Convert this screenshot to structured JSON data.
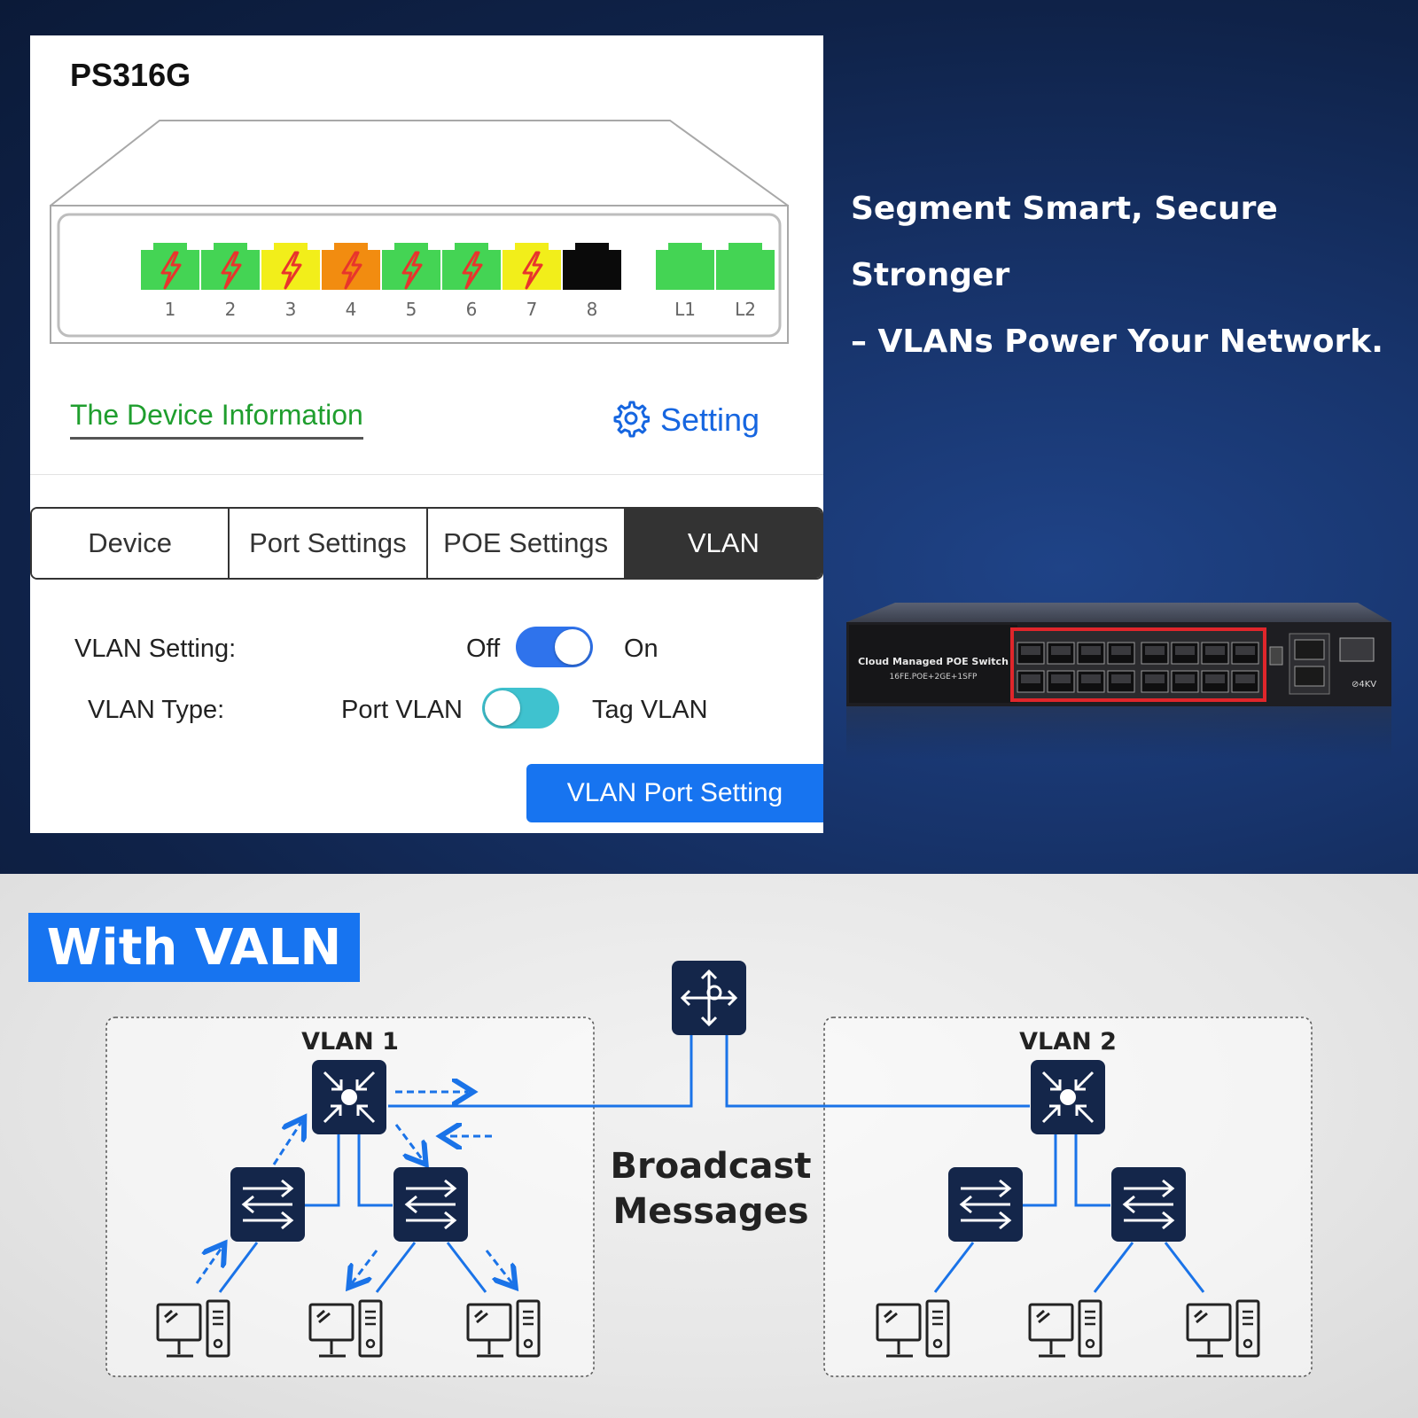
{
  "app": {
    "device_model": "PS316G",
    "ports": [
      {
        "label": "1",
        "color": "#44d454",
        "poe": true
      },
      {
        "label": "2",
        "color": "#44d454",
        "poe": true
      },
      {
        "label": "3",
        "color": "#f2ee1a",
        "poe": true
      },
      {
        "label": "4",
        "color": "#f28c10",
        "poe": true
      },
      {
        "label": "5",
        "color": "#44d454",
        "poe": true
      },
      {
        "label": "6",
        "color": "#44d454",
        "poe": true
      },
      {
        "label": "7",
        "color": "#f2ee1a",
        "poe": true
      },
      {
        "label": "8",
        "color": "#0a0a0a",
        "poe": false
      },
      {
        "label": "L1",
        "color": "#44d454",
        "poe": false
      },
      {
        "label": "L2",
        "color": "#44d454",
        "poe": false
      }
    ],
    "device_info_link": "The Device Information",
    "setting_label": "Setting",
    "tabs": [
      {
        "label": "Device",
        "active": false
      },
      {
        "label": "Port Settings",
        "active": false
      },
      {
        "label": "POE Settings",
        "active": false
      },
      {
        "label": "VLAN",
        "active": true
      }
    ],
    "vlan_setting": {
      "label": "VLAN Setting:",
      "off": "Off",
      "on": "On",
      "enabled": true
    },
    "vlan_type": {
      "label": "VLAN Type:",
      "left": "Port VLAN",
      "right": "Tag VLAN",
      "tag_selected": false
    },
    "vlan_port_button": "VLAN Port Setting"
  },
  "headline": {
    "line1": "Segment Smart, Secure Stronger",
    "line2": "– VLANs Power Your Network."
  },
  "product": {
    "label_line1": "Cloud Managed POE Switch",
    "label_line2": "16FE.POE+2GE+1SFP",
    "surge": "⊘4KV"
  },
  "diagram": {
    "banner": "With VALN",
    "vlan1_title": "VLAN 1",
    "vlan2_title": "VLAN 2",
    "center_line1": "Broadcast",
    "center_line2": "Messages"
  },
  "colors": {
    "accent": "#1774f0",
    "icon_navy": "#14264a",
    "link_green": "#1f9e2e",
    "line_blue": "#1a73e8"
  }
}
